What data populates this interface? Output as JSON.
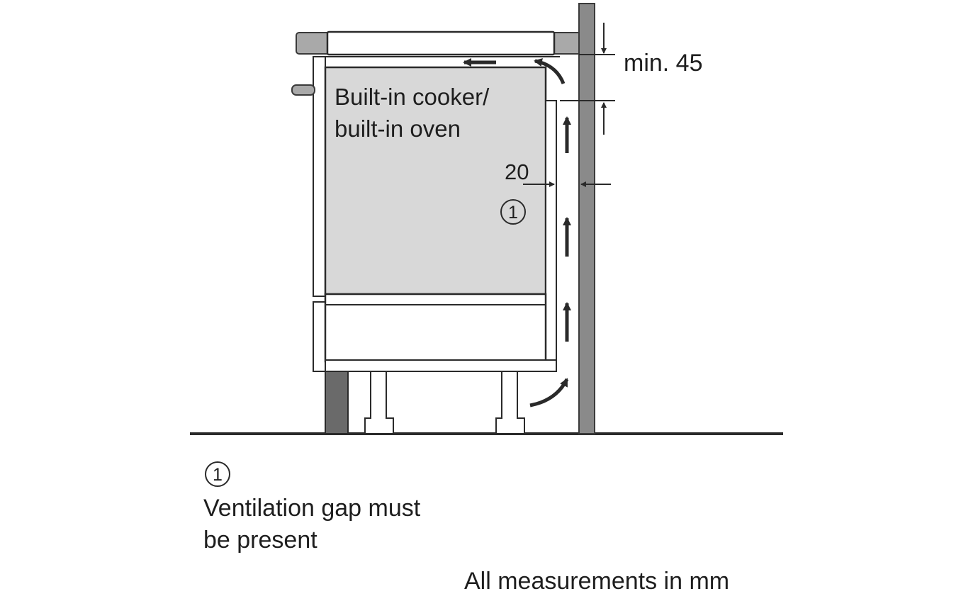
{
  "diagram": {
    "appliance_label_line1": "Built-in cooker/",
    "appliance_label_line2": "built-in oven",
    "dimension_top": "min. 45",
    "dimension_side": "20",
    "callout_marker": "1"
  },
  "legend": {
    "marker": "1",
    "line1": "Ventilation gap must",
    "line2": "be present"
  },
  "footer": {
    "units_note": "All measurements in mm"
  },
  "colors": {
    "line": "#2a2a2a",
    "appliance_fill": "#d8d8d8",
    "worktop_fill": "#a9a9a9",
    "wall_fill": "#8a8a8a",
    "plinth_fill": "#6a6a6a",
    "background": "#ffffff"
  }
}
